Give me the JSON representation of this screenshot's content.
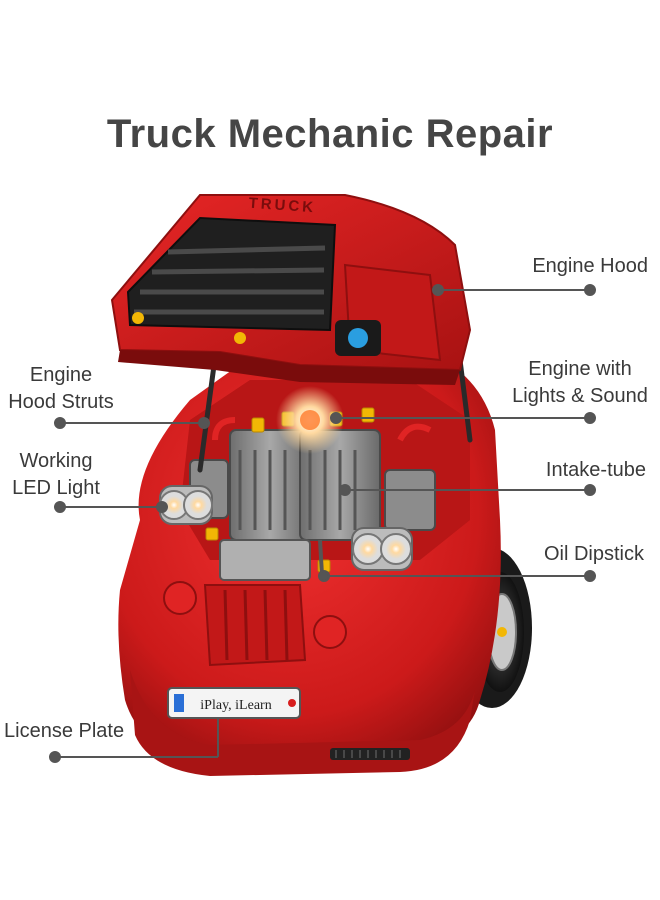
{
  "title": "Truck Mechanic Repair",
  "truck": {
    "hood_lettering": "TRUCK",
    "license_plate_text": "iPlay, iLearn"
  },
  "callouts": {
    "engine_hood": "Engine Hood",
    "engine_hood_struts_line1": "Engine",
    "engine_hood_struts_line2": "Hood Struts",
    "engine_lights_line1": "Engine with",
    "engine_lights_line2": "Lights & Sound",
    "working_led_line1": "Working",
    "working_led_line2": "LED Light",
    "intake_tube": "Intake-tube",
    "oil_dipstick": "Oil Dipstick",
    "license_plate": "License Plate"
  },
  "colors": {
    "truck_red": "#d81e1e",
    "dark_red": "#9e1010",
    "engine_grey": "#8a8a8a",
    "accent_yellow": "#f2b705",
    "text": "#3a3a3a",
    "callout_line": "#555555"
  }
}
